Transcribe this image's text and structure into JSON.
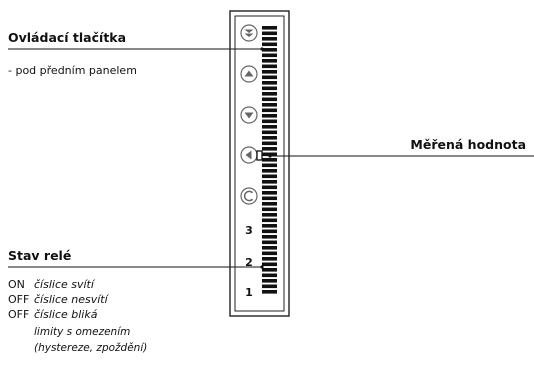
{
  "labels": {
    "controls_title": "Ovládací tlačítka",
    "controls_desc": "- pod předním panelem",
    "measured_value": "Měřená hodnota",
    "relay_title": "Stav relé"
  },
  "relay_status": [
    {
      "code": "ON",
      "text": "číslice svítí"
    },
    {
      "code": "OFF",
      "text": "číslice nesvítí"
    },
    {
      "code": "OFF",
      "text": "číslice bliká"
    }
  ],
  "relay_note": [
    "limity s omezením",
    "(hystereze, zpoždění)"
  ],
  "panel": {
    "relay_numbers": [
      "3",
      "2",
      "1"
    ],
    "segment_color": "#111111",
    "frame_color": "#222222",
    "button_color": "#666666"
  },
  "icons": [
    "double-arrow-icon",
    "up-arrow-icon",
    "down-arrow-icon",
    "left-arrow-icon",
    "circle-c-icon"
  ]
}
